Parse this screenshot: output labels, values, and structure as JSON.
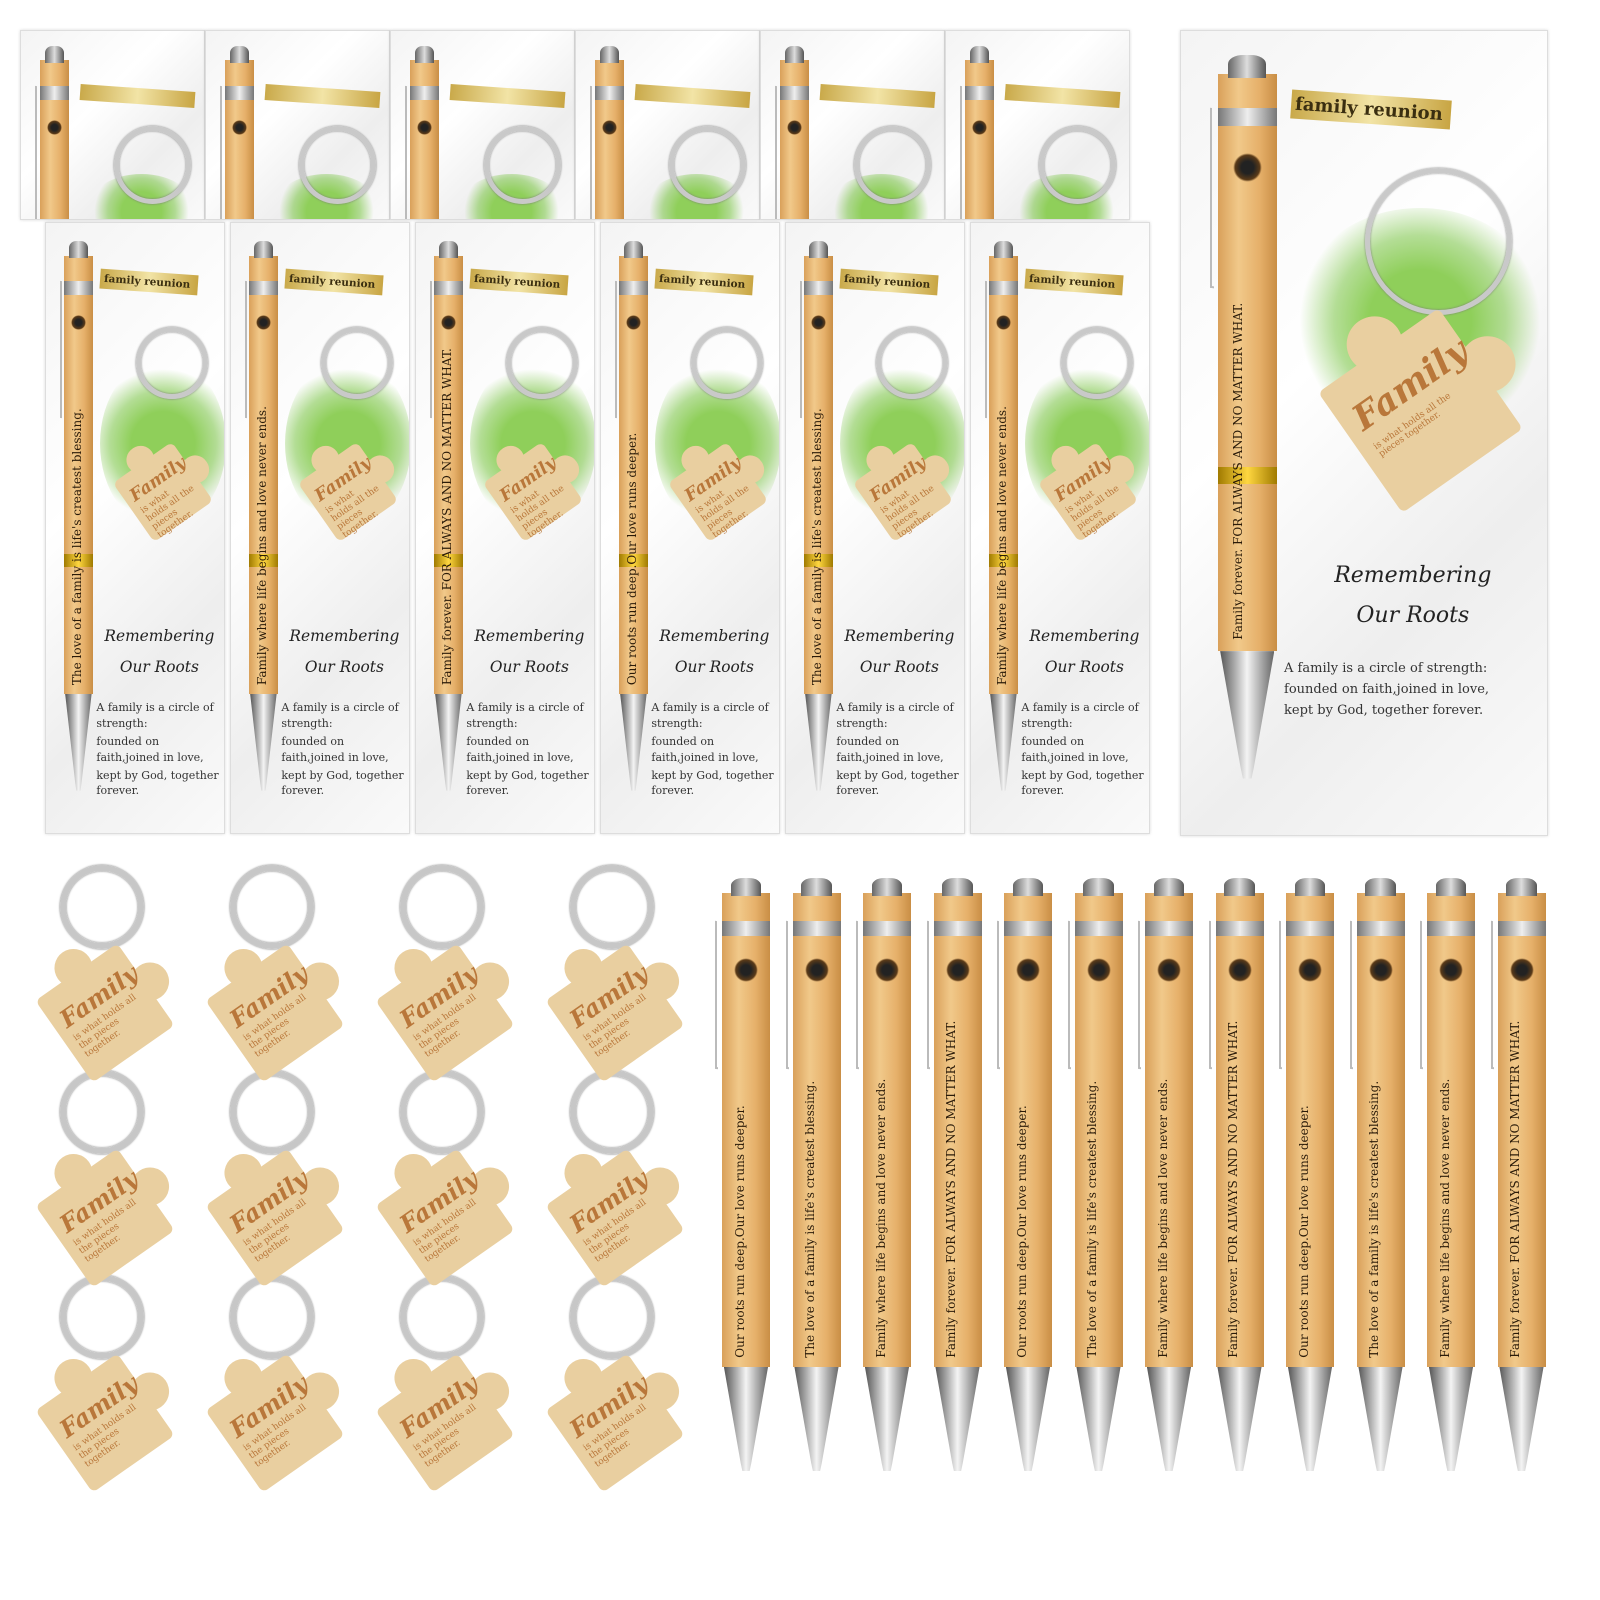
{
  "card": {
    "banner": "family reunion",
    "title_line1": "Remembering",
    "title_line2": "Our Roots",
    "poem": [
      "A family is a circle of strength:",
      "founded on faith,joined in love,",
      "kept by God, together forever."
    ]
  },
  "keychain": {
    "title": "Family",
    "subtitle": "is what holds all the pieces together."
  },
  "pen_quotes": [
    "Our roots run deep.Our love runs deeper.",
    "The love of a family is life's createst blessing.",
    "Family where life begins and love never ends.",
    "Family forever. FOR ALWAYS AND NO MATTER WHAT."
  ],
  "counts": {
    "packaged_sets": 12,
    "loose_keychains": 12,
    "loose_pens": 12
  },
  "colors": {
    "wood": "#e6b06a",
    "gold": "#c9a94a",
    "engraving": "#b9773a"
  }
}
